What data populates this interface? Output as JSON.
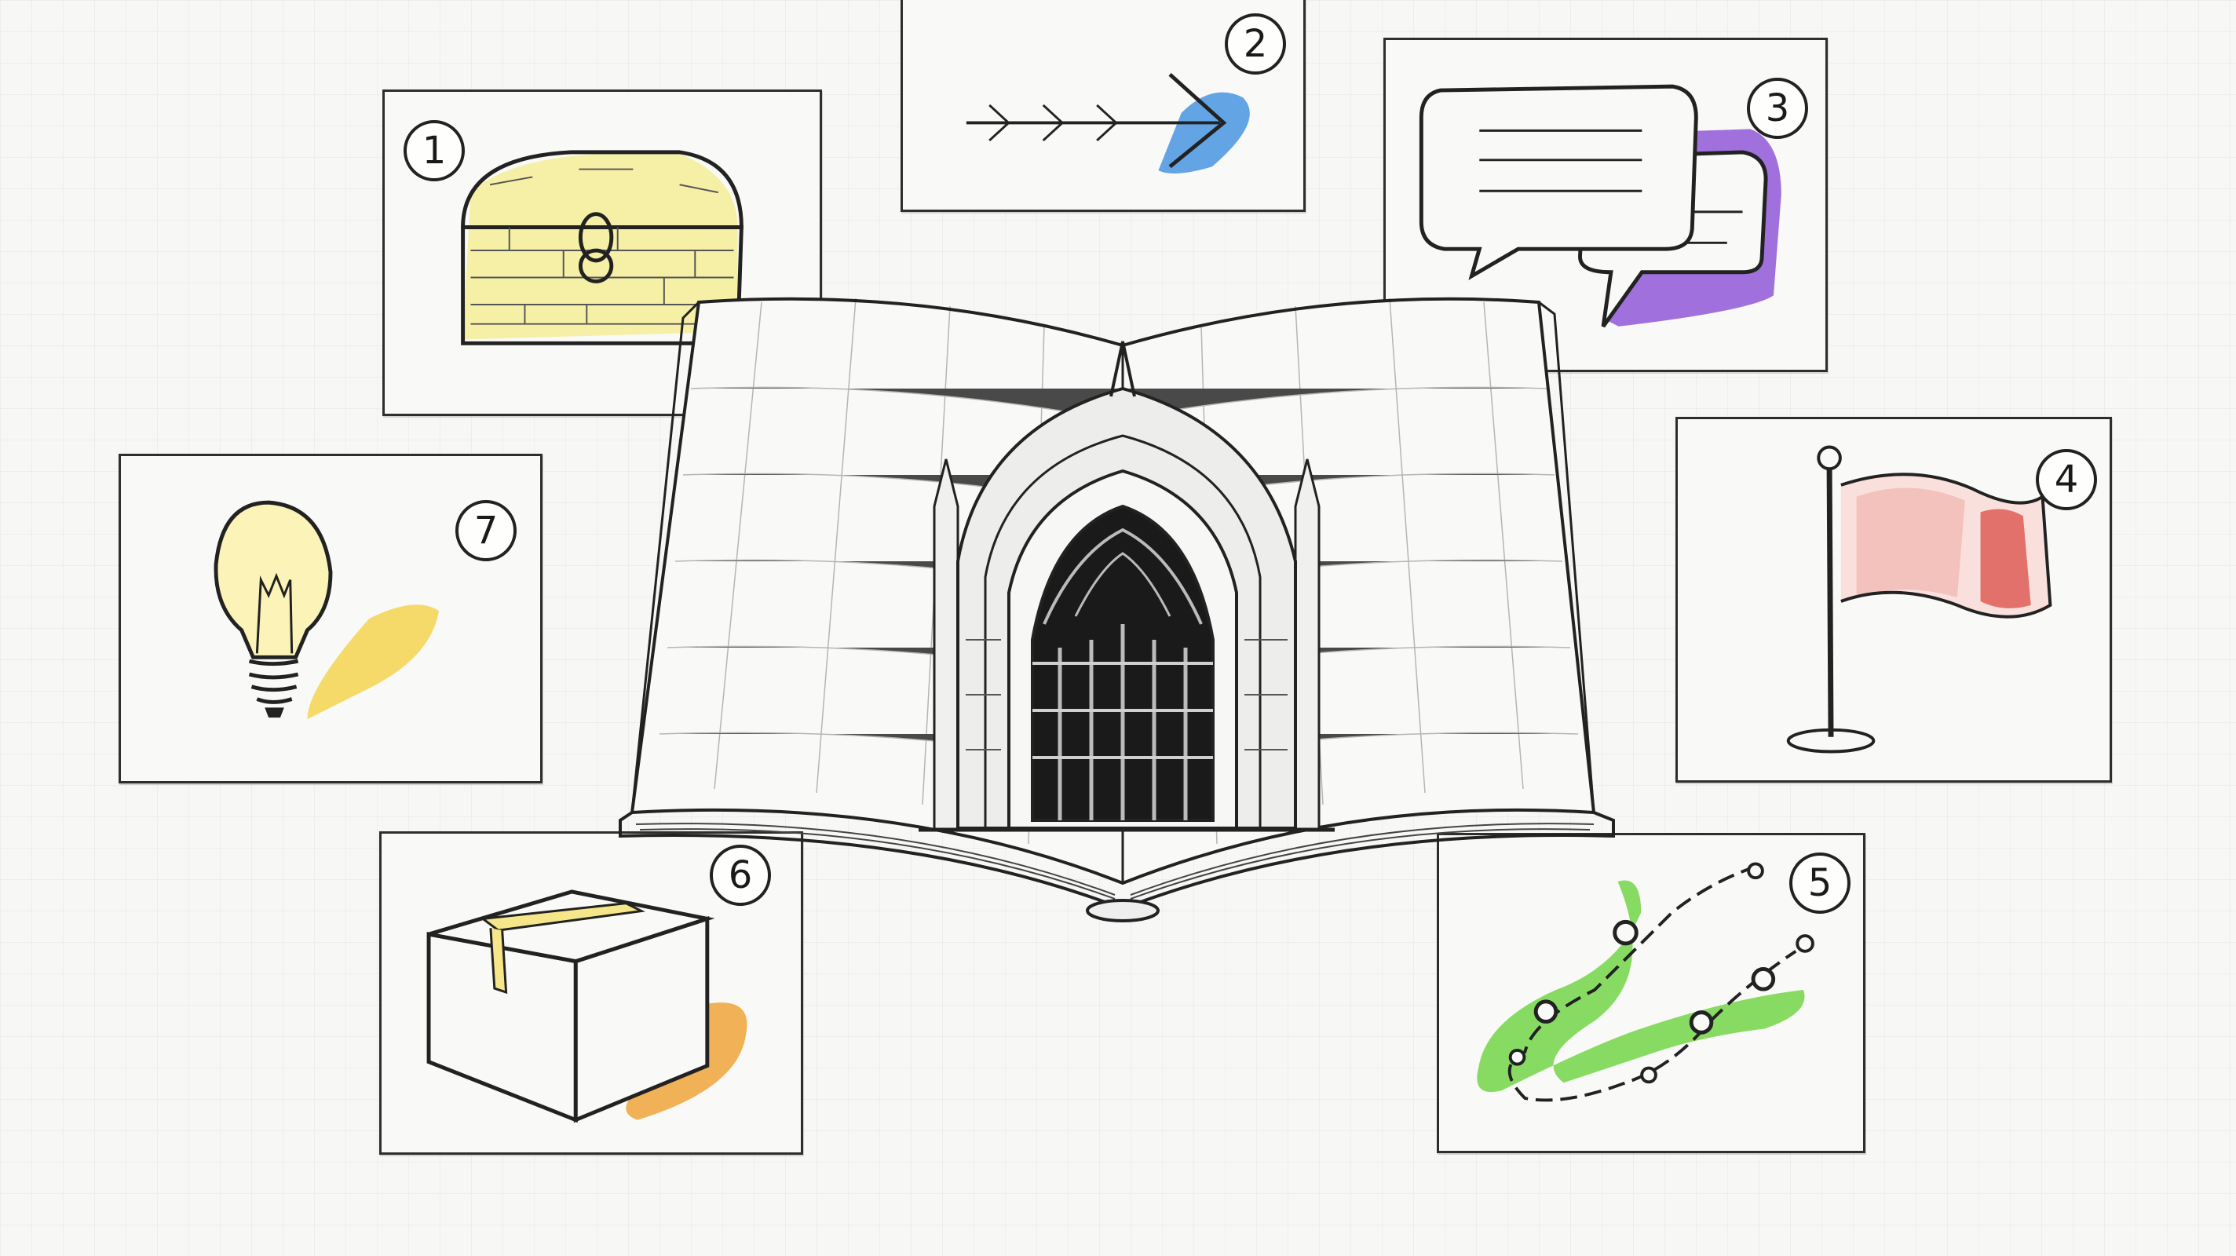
{
  "diagram": {
    "center": {
      "icon": "open-book-gothic-window-icon"
    },
    "panels": [
      {
        "number": "1",
        "icon": "treasure-chest-icon",
        "accent": "#f2e04a"
      },
      {
        "number": "2",
        "icon": "arrow-icon",
        "accent": "#3d8fe0"
      },
      {
        "number": "3",
        "icon": "speech-bubbles-icon",
        "accent": "#8a4fd6"
      },
      {
        "number": "4",
        "icon": "flag-icon",
        "accent": "#e05a4f"
      },
      {
        "number": "5",
        "icon": "path-icon",
        "accent": "#6cd33c"
      },
      {
        "number": "6",
        "icon": "box-icon",
        "accent": "#f0a53a"
      },
      {
        "number": "7",
        "icon": "lightbulb-icon",
        "accent": "#f4cf3a"
      }
    ]
  }
}
